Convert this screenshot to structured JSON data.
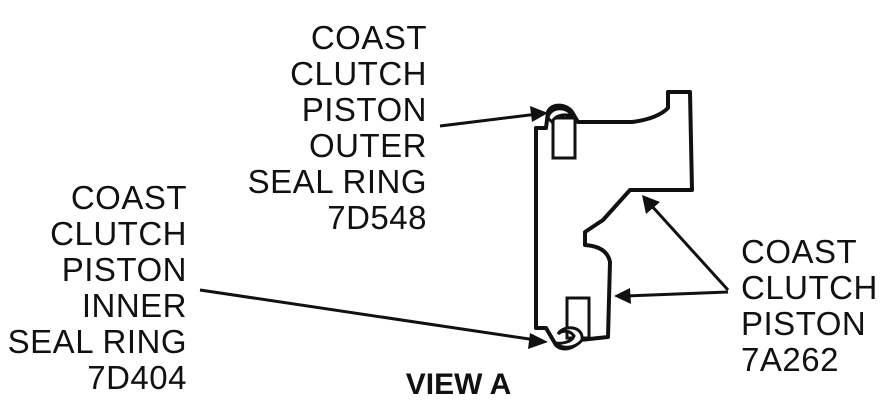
{
  "labels": {
    "outer_seal": [
      "COAST",
      "CLUTCH",
      "PISTON",
      "OUTER",
      "SEAL RING",
      "7D548"
    ],
    "inner_seal": [
      "COAST",
      "CLUTCH",
      "PISTON",
      "INNER",
      "SEAL RING",
      "7D404"
    ],
    "piston": [
      "COAST",
      "CLUTCH",
      "PISTON",
      "7A262"
    ]
  },
  "view_title": "VIEW A"
}
